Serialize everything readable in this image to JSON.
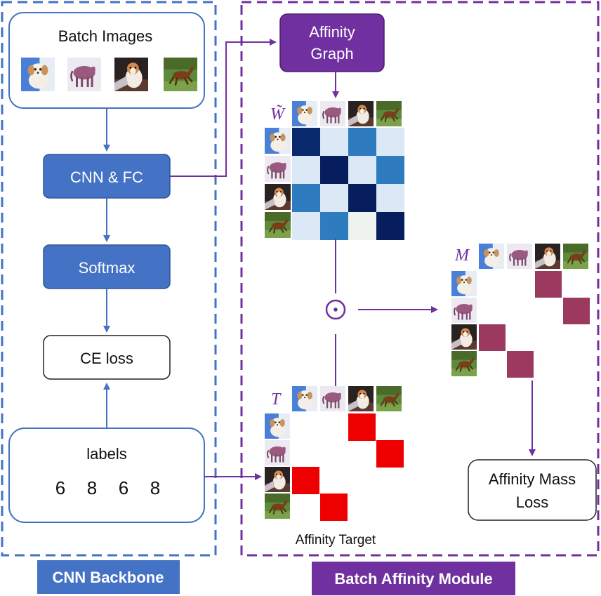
{
  "backbone": {
    "title": "CNN Backbone",
    "batch_images_label": "Batch Images",
    "cnn_fc_label": "CNN & FC",
    "softmax_label": "Softmax",
    "ce_loss_label": "CE loss",
    "labels_title": "labels",
    "label_values": [
      "6",
      "8",
      "6",
      "8"
    ]
  },
  "affinity": {
    "title": "Batch Affinity Module",
    "graph_label_line1": "Affinity",
    "graph_label_line2": "Graph",
    "w_symbol": "W̃",
    "m_symbol": "M",
    "t_symbol": "T",
    "operator": "⊙",
    "target_caption": "Affinity Target",
    "mass_loss_line1": "Affinity Mass",
    "mass_loss_line2": "Loss"
  },
  "images": [
    "puppy",
    "horse",
    "dog",
    "horse-running"
  ],
  "colors": {
    "backbone_blue": "#4472c4",
    "purple": "#7030a0",
    "target_red": "#ee0000",
    "mass_maroon": "#9b3a5e"
  },
  "matrices": {
    "W": [
      [
        "#0a2a6e",
        "#dbe8f6",
        "#2e7bbf",
        "#dbe8f6"
      ],
      [
        "#dbe8f6",
        "#071e5e",
        "#dbe8f6",
        "#2e7bbf"
      ],
      [
        "#2e7bbf",
        "#dbe8f6",
        "#071e5e",
        "#dbe8f6"
      ],
      [
        "#dbe8f6",
        "#2e7bbf",
        "#eef3ee",
        "#071e5e"
      ]
    ],
    "T": [
      [
        0,
        0,
        1,
        0
      ],
      [
        0,
        0,
        0,
        1
      ],
      [
        1,
        0,
        0,
        0
      ],
      [
        0,
        1,
        0,
        0
      ]
    ],
    "M": [
      [
        0,
        0,
        1,
        0
      ],
      [
        0,
        0,
        0,
        1
      ],
      [
        1,
        0,
        0,
        0
      ],
      [
        0,
        1,
        0,
        0
      ]
    ]
  }
}
